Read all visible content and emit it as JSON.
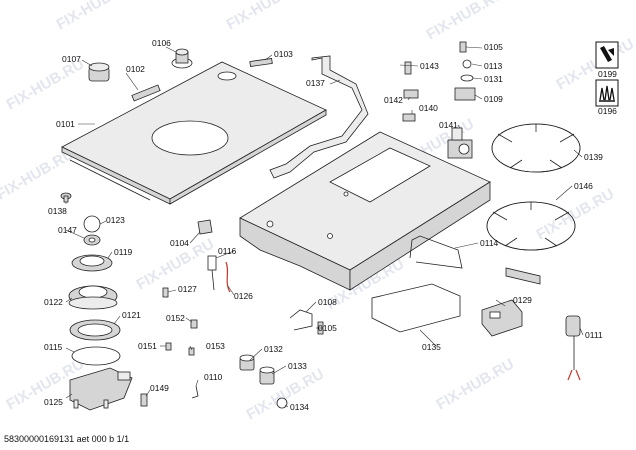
{
  "watermark": "FIX-HUB.RU",
  "footer": "58300000169131 aet 000 b 1/1",
  "callouts": {
    "c0101": "0101",
    "c0102": "0102",
    "c0103": "0103",
    "c0104": "0104",
    "c0105": "0105",
    "c0106": "0106",
    "c0107": "0107",
    "c0108": "0108",
    "c0109": "0109",
    "c0110": "0110",
    "c0111": "0111",
    "c0113": "0113",
    "c0114": "0114",
    "c0115": "0115",
    "c0116": "0116",
    "c0119": "0119",
    "c0121": "0121",
    "c0122": "0122",
    "c0123": "0123",
    "c0125": "0125",
    "c0126": "0126",
    "c0127": "0127",
    "c0129": "0129",
    "c0131": "0131",
    "c0132": "0132",
    "c0133": "0133",
    "c0134": "0134",
    "c0135": "0135",
    "c0137": "0137",
    "c0138": "0138",
    "c0139": "0139",
    "c0140": "0140",
    "c0141": "0141",
    "c0142": "0142",
    "c0143": "0143",
    "c0146": "0146",
    "c0147": "0147",
    "c0149": "0149",
    "c0151": "0151",
    "c0152": "0152",
    "c0153": "0153",
    "c0196": "0196",
    "c0199": "0199"
  },
  "icons": {
    "manual": "manual-book-icon",
    "gas_flame": "gas-flame-icon"
  }
}
